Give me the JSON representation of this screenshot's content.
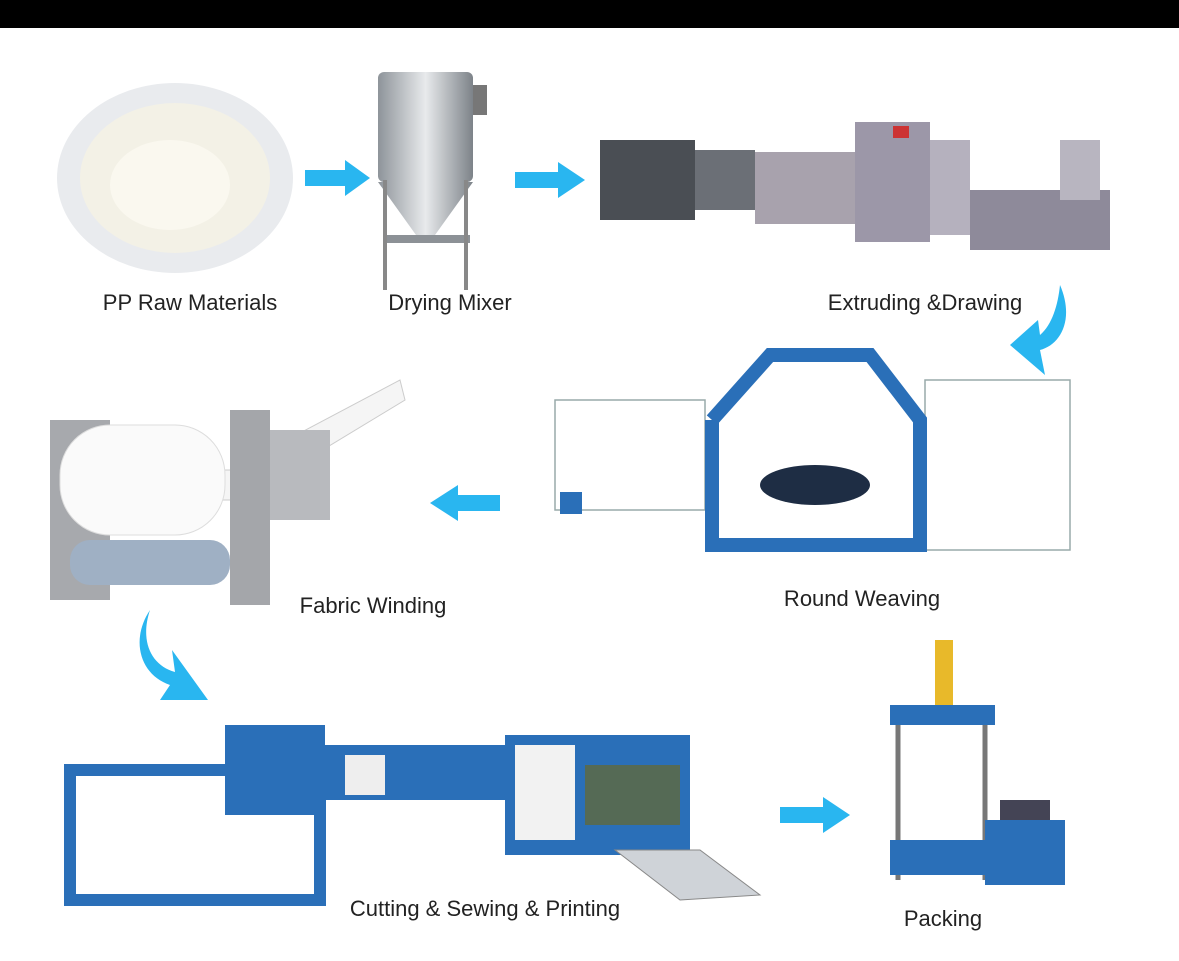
{
  "title_bar": "",
  "steps": [
    {
      "label": "PP Raw Materials"
    },
    {
      "label": "Drying Mixer"
    },
    {
      "label": "Extruding &Drawing"
    },
    {
      "label": "Round Weaving"
    },
    {
      "label": "Fabric Winding"
    },
    {
      "label": "Cutting & Sewing & Printing"
    },
    {
      "label": "Packing"
    }
  ],
  "colors": {
    "arrow": "#29b6f0",
    "machine_blue": "#2a6fb8",
    "steel": "#b9bec4",
    "yellow": "#e8b92a"
  }
}
